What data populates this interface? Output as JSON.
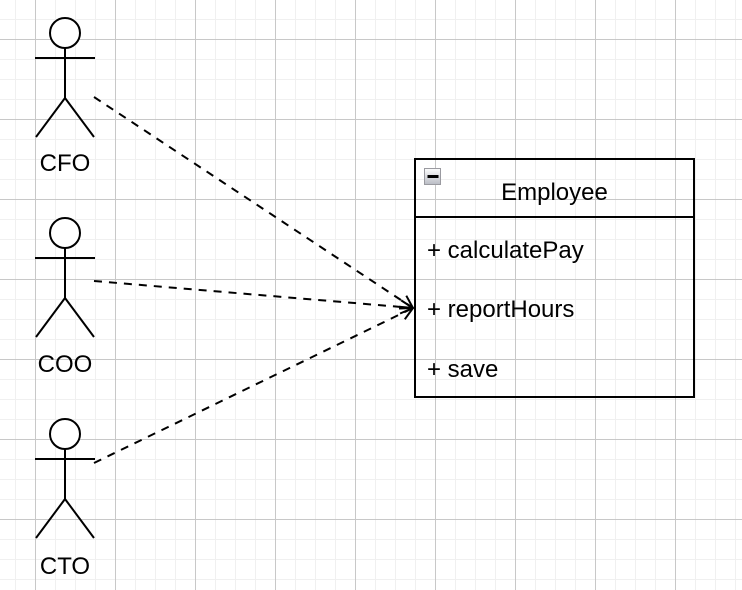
{
  "diagram": {
    "type": "uml-use-case",
    "actors": [
      {
        "id": "cfo",
        "label": "CFO"
      },
      {
        "id": "coo",
        "label": "COO"
      },
      {
        "id": "cto",
        "label": "CTO"
      }
    ],
    "class_box": {
      "title": "Employee",
      "methods": [
        "+ calculatePay",
        "+ reportHours",
        "+ save"
      ],
      "collapse_button": "minus"
    },
    "connections": [
      {
        "from": "CFO",
        "to": "Employee",
        "style": "dashed-open-arrow"
      },
      {
        "from": "COO",
        "to": "Employee",
        "style": "dashed-open-arrow"
      },
      {
        "from": "CTO",
        "to": "Employee",
        "style": "dashed-open-arrow"
      }
    ],
    "colors": {
      "stroke": "#000000",
      "background": "#ffffff",
      "grid_major": "#c8c8c8",
      "grid_minor": "#f0f0f0",
      "collapse_border": "#9a9aa0"
    }
  }
}
